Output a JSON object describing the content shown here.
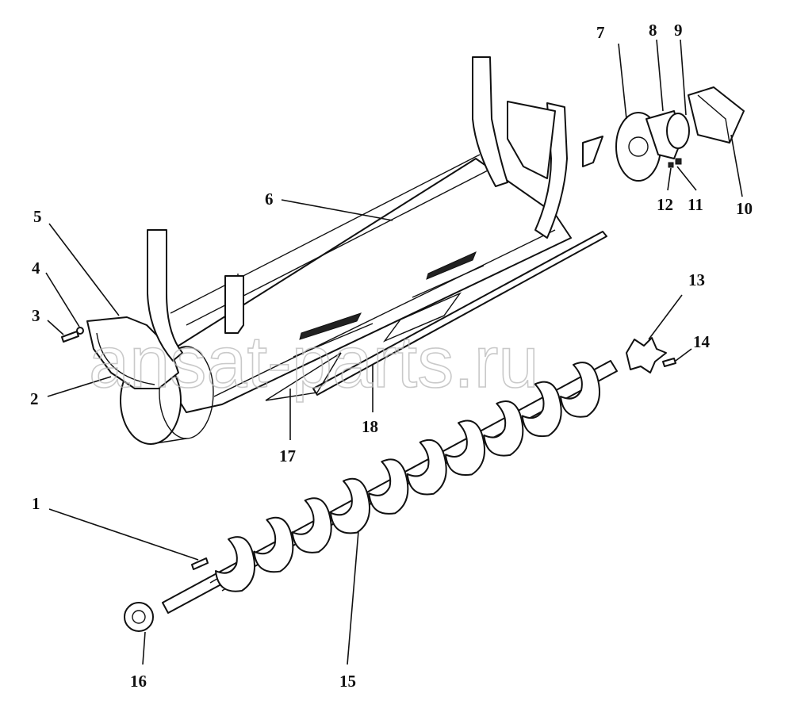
{
  "watermark": "ansat-parts.ru",
  "callouts": [
    {
      "id": "1",
      "text": "1"
    },
    {
      "id": "2",
      "text": "2"
    },
    {
      "id": "3",
      "text": "3"
    },
    {
      "id": "4",
      "text": "4"
    },
    {
      "id": "5",
      "text": "5"
    },
    {
      "id": "6",
      "text": "6"
    },
    {
      "id": "7",
      "text": "7"
    },
    {
      "id": "8",
      "text": "8"
    },
    {
      "id": "9",
      "text": "9"
    },
    {
      "id": "10",
      "text": "10"
    },
    {
      "id": "11",
      "text": "11"
    },
    {
      "id": "12",
      "text": "12"
    },
    {
      "id": "13",
      "text": "13"
    },
    {
      "id": "14",
      "text": "14"
    },
    {
      "id": "15",
      "text": "15"
    },
    {
      "id": "16",
      "text": "16"
    },
    {
      "id": "17",
      "text": "17"
    },
    {
      "id": "18",
      "text": "18"
    }
  ]
}
